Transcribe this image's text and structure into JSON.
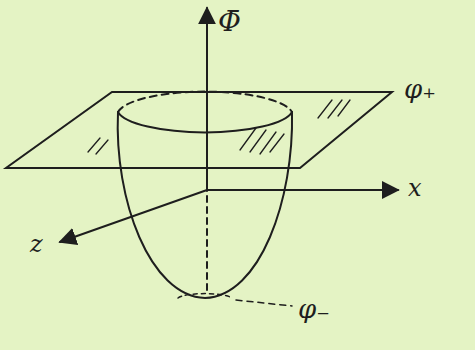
{
  "diagram": {
    "labels": [
      "Φ̄",
      "φ₊",
      "x",
      "z",
      "φ₋"
    ]
  }
}
